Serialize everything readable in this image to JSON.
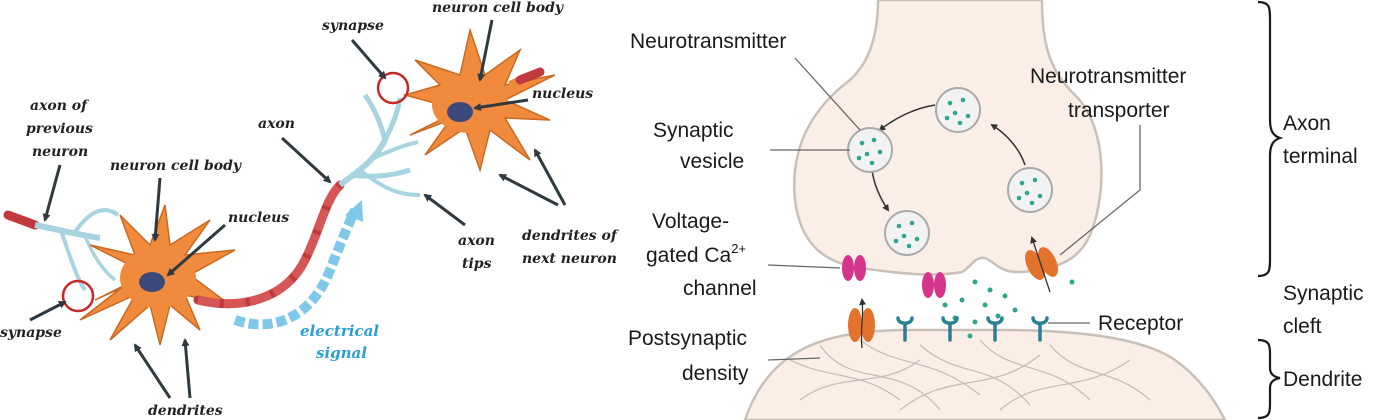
{
  "left_diagram": {
    "labels": {
      "neuron_cell_body_top": "neuron cell body",
      "synapse_top": "synapse",
      "nucleus_top": "nucleus",
      "axon": "axon",
      "axon_of_previous_neuron_1": "axon of",
      "axon_of_previous_neuron_2": "previous",
      "axon_of_previous_neuron_3": "neuron",
      "neuron_cell_body_left": "neuron cell body",
      "nucleus_left": "nucleus",
      "axon_tips_1": "axon",
      "axon_tips_2": "tips",
      "dendrites_next_1": "dendrites of",
      "dendrites_next_2": "next neuron",
      "synapse_left": "synapse",
      "electrical_signal_1": "electrical",
      "electrical_signal_2": "signal",
      "dendrites": "dendrites"
    },
    "colors": {
      "cell_body": "#f08a3c",
      "nucleus": "#3b4a7a",
      "axon": "#c0393b",
      "dendrite": "#a8d3e0",
      "signal": "#7fc8ea",
      "synapse_circle": "#c62828"
    }
  },
  "right_diagram": {
    "labels": {
      "neurotransmitter": "Neurotransmitter",
      "synaptic_vesicle_1": "Synaptic",
      "synaptic_vesicle_2": "vesicle",
      "voltage_gated_1": "Voltage-",
      "voltage_gated_2": "gated Ca",
      "voltage_gated_sup": "2+",
      "voltage_gated_3": "channel",
      "postsynaptic_density_1": "Postsynaptic",
      "postsynaptic_density_2": "density",
      "nt_transporter_1": "Neurotransmitter",
      "nt_transporter_2": "transporter",
      "receptor": "Receptor",
      "axon_terminal_1": "Axon",
      "axon_terminal_2": "terminal",
      "synaptic_cleft_1": "Synaptic",
      "synaptic_cleft_2": "cleft",
      "dendrite": "Dendrite"
    },
    "colors": {
      "terminal_fill": "#fbeee6",
      "terminal_stroke": "#c9c0b8",
      "vesicle_dot": "#2ea58f",
      "ca_channel": "#d6338a",
      "transporter": "#e2722c",
      "receptor": "#2b7f95"
    }
  }
}
